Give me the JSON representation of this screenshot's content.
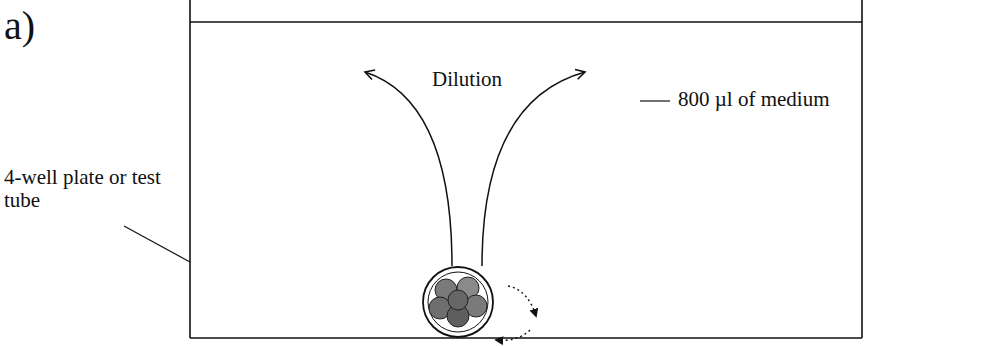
{
  "diagram": {
    "labels": [
      "a)",
      "4-well plate or test tube",
      "Dilution",
      "800 µl of medium"
    ]
  }
}
